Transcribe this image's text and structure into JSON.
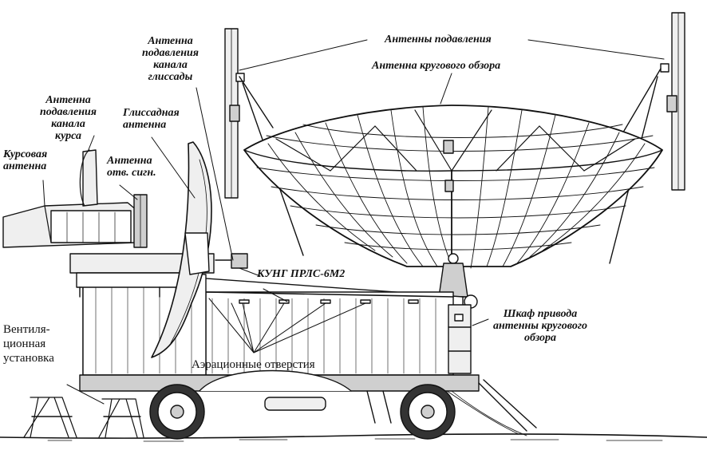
{
  "labels": {
    "suppression_antennas": "Антенны подавления",
    "circular_antenna": "Антенна кругового обзора",
    "glide_suppression": [
      "Антенна",
      "подавления",
      "канала",
      "глиссады"
    ],
    "course_suppression": [
      "Антенна",
      "подавления",
      "канала",
      "курса"
    ],
    "course_antenna": [
      "Курсовая",
      "антенна"
    ],
    "glide_antenna": [
      "Глиссадная",
      "антенна"
    ],
    "response_antenna": [
      "Антенна",
      "отв. сигн."
    ],
    "kung": "КУНГ ПРЛС-6М2",
    "drive_cabinet": [
      "Шкаф привода",
      "антенны кругового",
      "обзора"
    ],
    "ventilation": [
      "Вентиля-",
      "ционная",
      "установка"
    ],
    "aeration": "Аэрационные отверстия"
  },
  "colors": {
    "ink": "#111111",
    "paper": "#ffffff",
    "fill": "#efefef",
    "shade": "#cfcfcf"
  }
}
